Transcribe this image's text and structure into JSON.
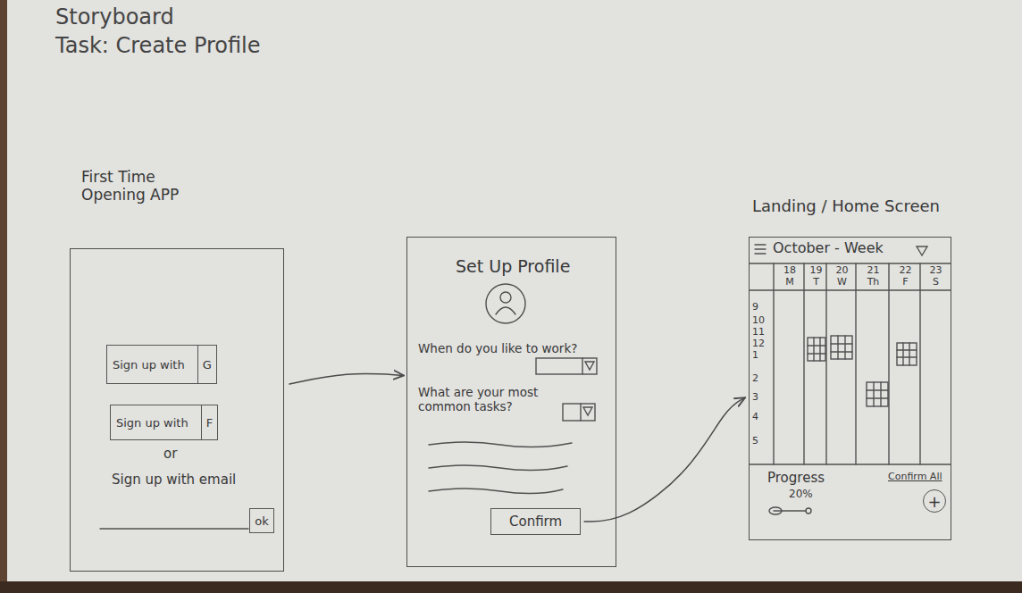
{
  "diagram": {
    "title": "Storyboard",
    "nodes": [
      {
        "text": [
          "First Time Opening APP",
          "or",
          "Sign up with email"
        ]
      },
      {
        "text": [
          "Sign up with",
          "G"
        ],
        "in": 0
      },
      {
        "text": [
          "Sign up with",
          "F"
        ],
        "in": 0
      },
      {
        "text": [
          "ok"
        ],
        "in": 0
      },
      {
        "text": [
          "Set Up Profile",
          "When do you like to work?",
          "What are your most common tasks?"
        ]
      },
      {
        "text": [
          "Confirm"
        ],
        "in": 4
      },
      {
        "text": [
          "Landing / Home Screen",
          "October - Week",
          "18",
          "M",
          "19",
          "T",
          "20",
          "W",
          "21",
          "Th",
          "22",
          "F",
          "23",
          "S",
          "9",
          "10",
          "11",
          "12",
          "1",
          "2",
          "3",
          "4",
          "5",
          "Progress",
          "20%",
          "Confirm All"
        ]
      },
      {
        "text": [
          "+"
        ],
        "in": 6
      }
    ],
    "edges": [
      {
        "from": 0,
        "to": 4,
        "arrow": "to"
      },
      {
        "from": 5,
        "to": 6,
        "arrow": "to"
      }
    ],
    "labels": [
      "Task: Create Profile"
    ]
  }
}
